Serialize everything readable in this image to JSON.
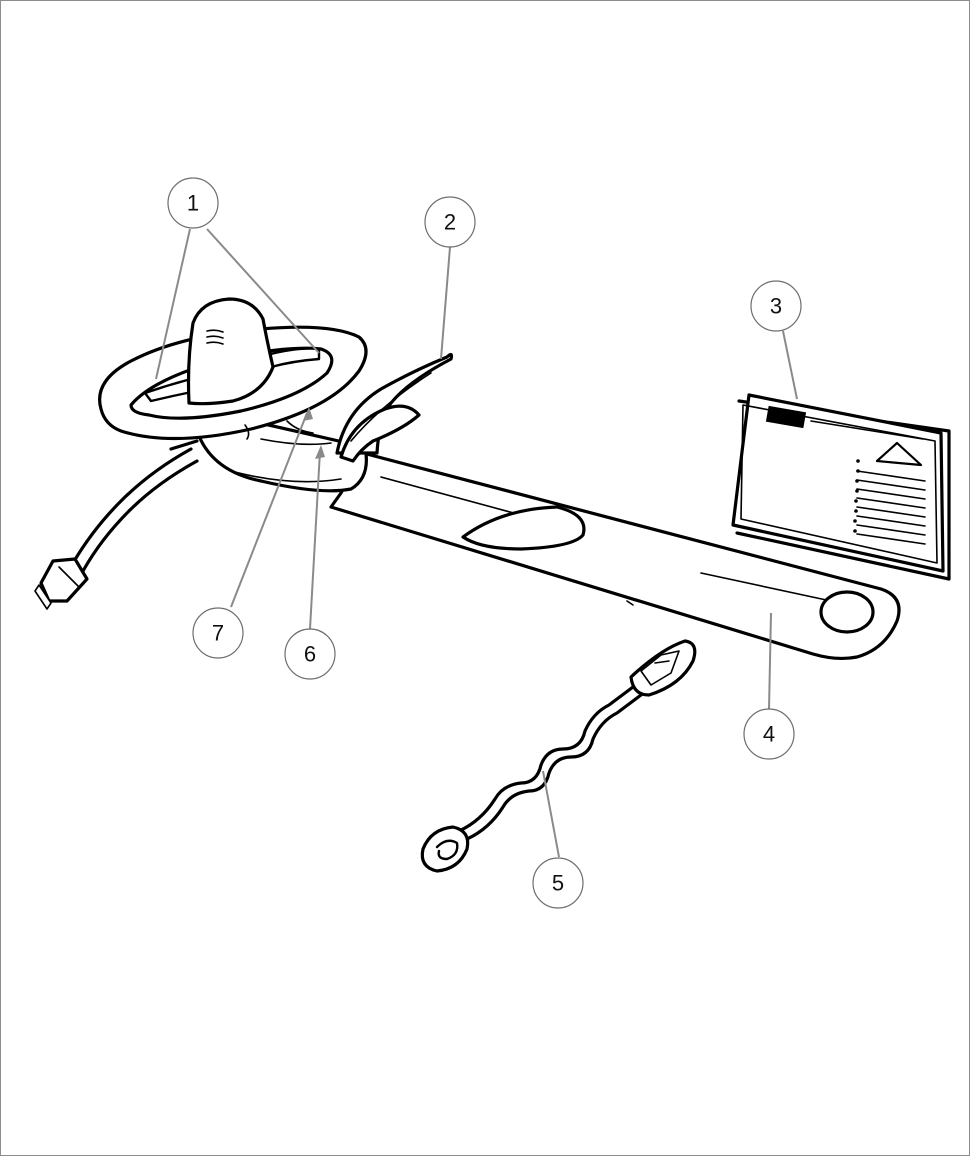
{
  "colors": {
    "line": "#000000",
    "leader": "#8a8a8a",
    "callout_border": "#6e6e6e",
    "frame": "#8c8c8c",
    "background": "#ffffff"
  },
  "callouts": [
    {
      "id": "1",
      "label": "1"
    },
    {
      "id": "2",
      "label": "2"
    },
    {
      "id": "3",
      "label": "3"
    },
    {
      "id": "4",
      "label": "4"
    },
    {
      "id": "5",
      "label": "5"
    },
    {
      "id": "6",
      "label": "6"
    },
    {
      "id": "7",
      "label": "7"
    }
  ]
}
